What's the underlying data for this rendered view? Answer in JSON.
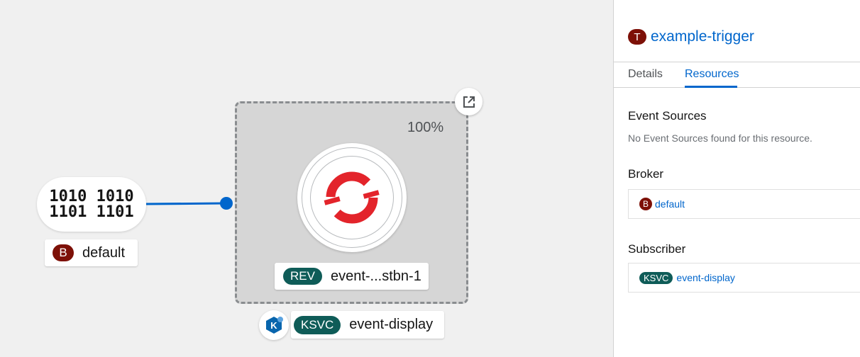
{
  "topology": {
    "broker": {
      "bits_top": "1010 1010",
      "bits_bottom": "1101 1101",
      "badge": "B",
      "name": "default"
    },
    "traffic_percent": "100%",
    "revision": {
      "badge": "REV",
      "name": "event-...stbn-1"
    },
    "service": {
      "badge": "KSVC",
      "name": "event-display",
      "knative_letter": "K"
    }
  },
  "panel": {
    "title_badge": "T",
    "title": "example-trigger",
    "tabs": [
      "Details",
      "Resources"
    ],
    "active_tab": "Resources",
    "event_sources": {
      "heading": "Event Sources",
      "empty": "No Event Sources found for this resource."
    },
    "broker": {
      "heading": "Broker",
      "badge": "B",
      "name": "default"
    },
    "subscriber": {
      "heading": "Subscriber",
      "badge": "KSVC",
      "name": "event-display"
    }
  },
  "colors": {
    "link": "#0066cc",
    "broker_badge": "#7d1007",
    "ksvc_badge": "#0f5c58",
    "openshift_red": "#e3242b"
  }
}
